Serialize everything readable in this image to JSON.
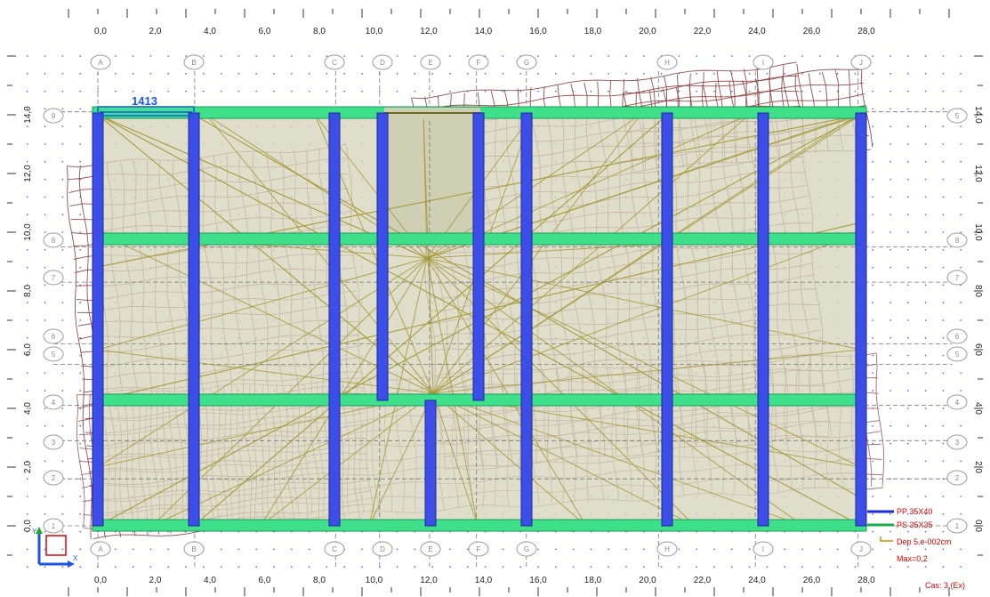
{
  "x_ticks": [
    "0,0",
    "2,0",
    "4,0",
    "6,0",
    "8,0",
    "10,0",
    "12,0",
    "14,0",
    "16,0",
    "18,0",
    "20,0",
    "22,0",
    "24,0",
    "26,0",
    "28,0"
  ],
  "y_ticks": [
    "0,0",
    "2,0",
    "4,0",
    "6,0",
    "8,0",
    "10,0",
    "12,0",
    "14,0"
  ],
  "x_axes": [
    "A",
    "B",
    "C",
    "D",
    "E",
    "F",
    "G",
    "H",
    "I",
    "J"
  ],
  "y_axes_left": [
    "9",
    "8",
    "7",
    "6",
    "5",
    "4",
    "3",
    "2",
    "1"
  ],
  "y_axes_right": [
    "5",
    "8",
    "7",
    "6",
    "5",
    "4",
    "3",
    "2",
    "1"
  ],
  "dimension_label": "1413",
  "legend": {
    "pp": "PP 35X40",
    "ps": "PS 35X35",
    "dep": "Dep  5.e-002cm",
    "max": "Max=0,2",
    "case": "Cas: 3 (Ex)"
  },
  "colors": {
    "slab": "#d6d6be",
    "mesh": "#8a3a3a",
    "beam_ps": "#3ee08a",
    "beam_pp": "#3d4ee8",
    "yield_lines": "#a89a3a",
    "legend_text": "#e00000"
  },
  "ucs_icon": {
    "x_label": "X",
    "y_label": "Y"
  }
}
